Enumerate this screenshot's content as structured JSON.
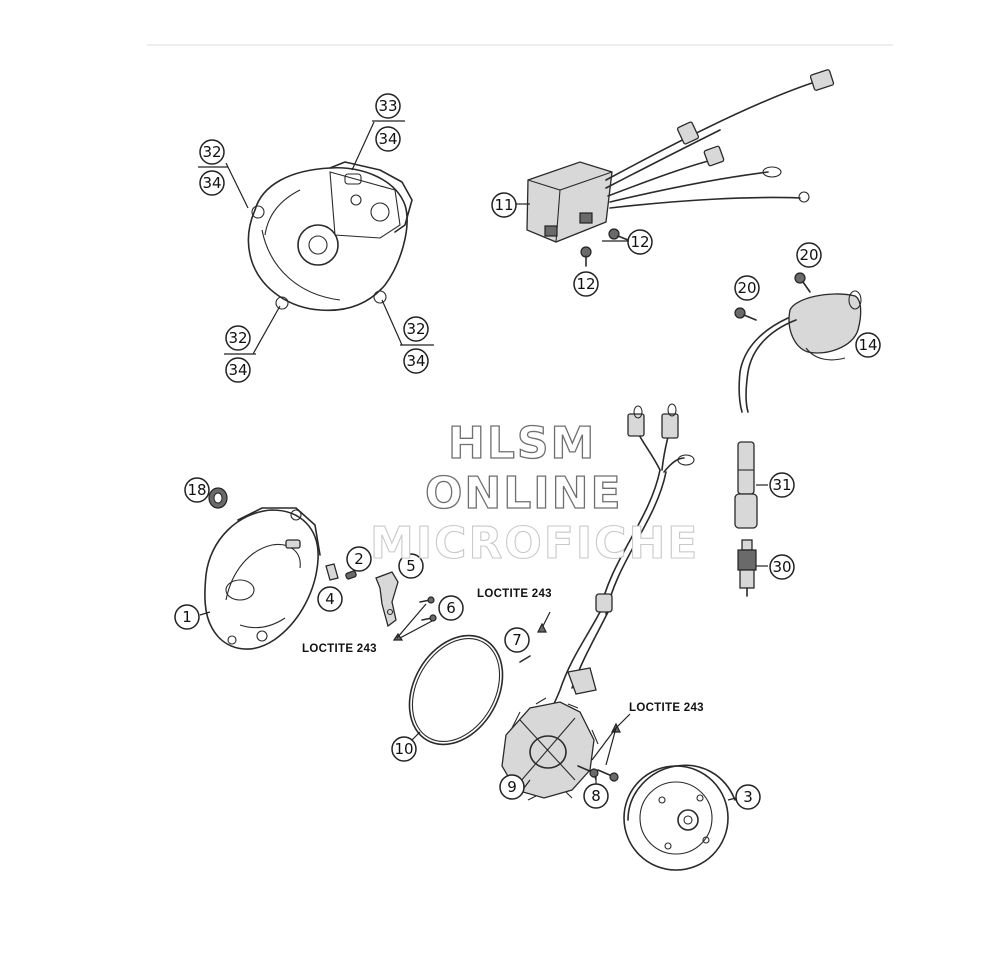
{
  "callouts": {
    "c1": "1",
    "c2": "2",
    "c3": "3",
    "c4": "4",
    "c5": "5",
    "c6": "6",
    "c7": "7",
    "c8": "8",
    "c9": "9",
    "c10": "10",
    "c11": "11",
    "c12a": "12",
    "c12b": "12",
    "c14": "14",
    "c18": "18",
    "c20a": "20",
    "c20b": "20",
    "c30": "30",
    "c31": "31",
    "c32a": "32",
    "c34a": "34",
    "c33": "33",
    "c34b": "34",
    "c32b": "32",
    "c34c": "34",
    "c32c": "32",
    "c34d": "34"
  },
  "notes": {
    "loctite_1": "LOCTITE 243",
    "loctite_2": "LOCTITE 243",
    "loctite_3": "LOCTITE 243"
  },
  "watermark": {
    "line1": "HLSM",
    "line2": "ONLINE",
    "line3": "MICROFICHE"
  }
}
